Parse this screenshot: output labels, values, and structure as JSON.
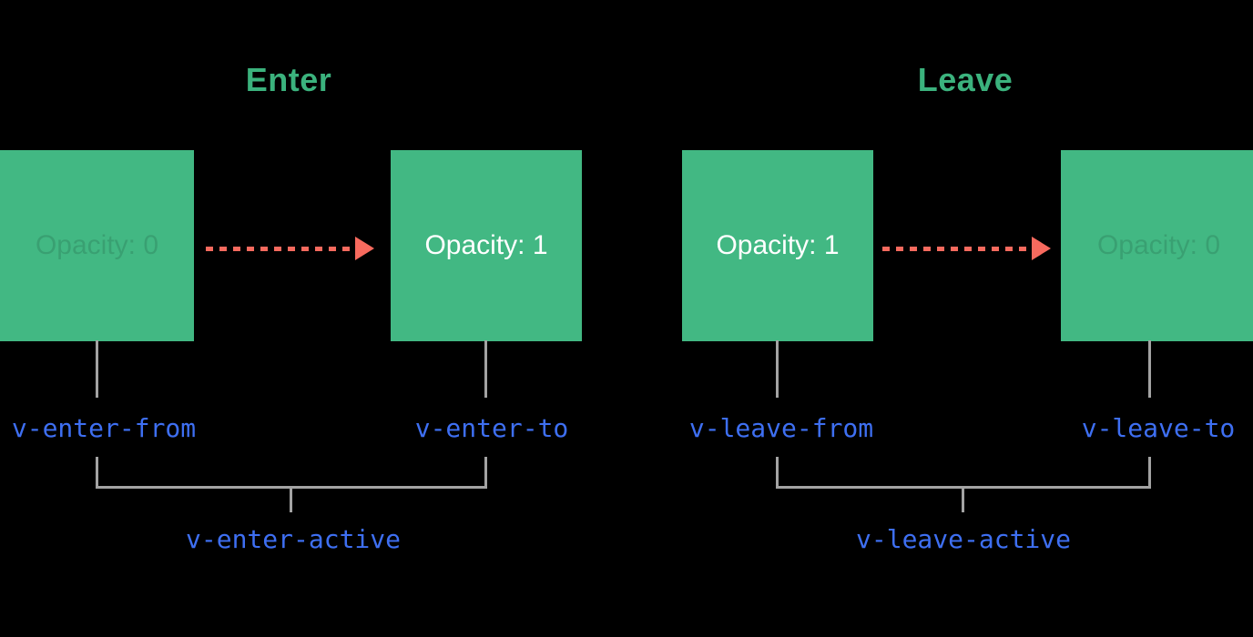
{
  "diagram_title": "Vue transition classes diagram",
  "colors": {
    "background": "#000000",
    "box_green": "#42b883",
    "title_green": "#3bb27d",
    "arrow_red": "#f76a5e",
    "line_gray": "#a3a3a3",
    "class_label_blue": "#3e6ff2",
    "box_text_white": "#ffffff"
  },
  "enter": {
    "title": "Enter",
    "from_box_text": "Opacity: 0",
    "to_box_text": "Opacity: 1",
    "from_class": "v-enter-from",
    "to_class": "v-enter-to",
    "active_class": "v-enter-active"
  },
  "leave": {
    "title": "Leave",
    "from_box_text": "Opacity: 1",
    "to_box_text": "Opacity: 0",
    "from_class": "v-leave-from",
    "to_class": "v-leave-to",
    "active_class": "v-leave-active"
  }
}
